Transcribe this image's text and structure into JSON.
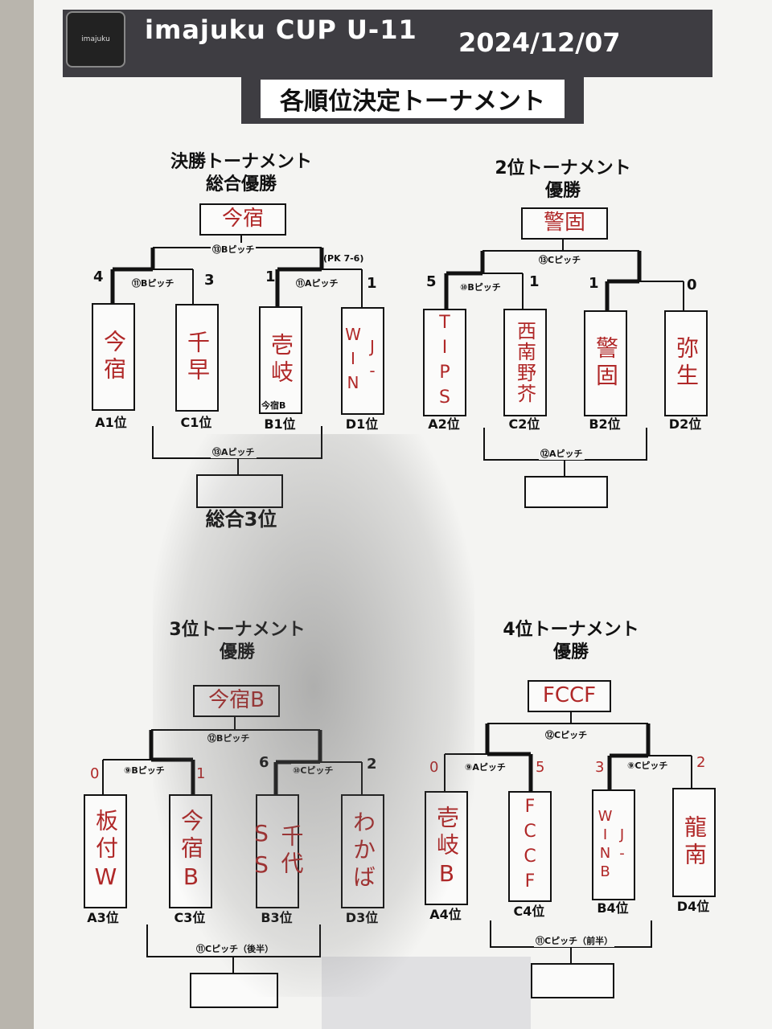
{
  "header": {
    "title": "imajuku CUP U-11",
    "date": "2024/12/07",
    "subtitle": "各順位決定トーナメント",
    "logo_text": "imajuku"
  },
  "final": {
    "title1": "決勝トーナメント",
    "title2": "総合優勝",
    "champion": "今宿",
    "top_pitch": "⑬Bピッチ",
    "pk": "(PK 7-6)",
    "left_pitch": "⑪Bピッチ",
    "right_pitch": "⑪Aピッチ",
    "scores": [
      "4",
      "3",
      "1",
      "1"
    ],
    "teams": [
      "今宿",
      "千早",
      "壱岐",
      "J-WIN"
    ],
    "ranks": [
      "A1位",
      "C1位",
      "B1位",
      "D1位"
    ],
    "note": "今宿B",
    "third_pitch": "⑬Aピッチ",
    "third_label": "総合3位"
  },
  "second": {
    "title1": "2位トーナメント",
    "title2": "優勝",
    "champion": "警固",
    "top_pitch": "⑬Cピッチ",
    "left_pitch": "⑩Bピッチ",
    "scores": [
      "5",
      "1",
      "1",
      "0"
    ],
    "teams": [
      "TIPS",
      "西南野芥",
      "警固",
      "弥生"
    ],
    "ranks": [
      "A2位",
      "C2位",
      "B2位",
      "D2位"
    ],
    "bottom_pitch": "⑫Aピッチ"
  },
  "third": {
    "title1": "3位トーナメント",
    "title2": "優勝",
    "champion": "今宿B",
    "top_pitch": "⑫Bピッチ",
    "left_pitch": "⑨Bピッチ",
    "right_pitch": "⑩Cピッチ",
    "scores": [
      "0",
      "1",
      "6",
      "2"
    ],
    "teams": [
      "板付W",
      "今宿B",
      "千代SS",
      "わかば"
    ],
    "ranks": [
      "A3位",
      "C3位",
      "B3位",
      "D3位"
    ],
    "bottom_pitch": "⑪Cピッチ（後半）"
  },
  "fourth": {
    "title1": "4位トーナメント",
    "title2": "優勝",
    "champion": "FCCF",
    "top_pitch": "⑫Cピッチ",
    "left_pitch": "⑨Aピッチ",
    "right_pitch": "⑨Cピッチ",
    "scores": [
      "0",
      "5",
      "3",
      "2"
    ],
    "teams": [
      "壱岐B",
      "FCCF",
      "J-WINB",
      "龍南"
    ],
    "ranks": [
      "A4位",
      "C4位",
      "B4位",
      "D4位"
    ],
    "bottom_pitch": "⑪Cピッチ（前半）"
  }
}
